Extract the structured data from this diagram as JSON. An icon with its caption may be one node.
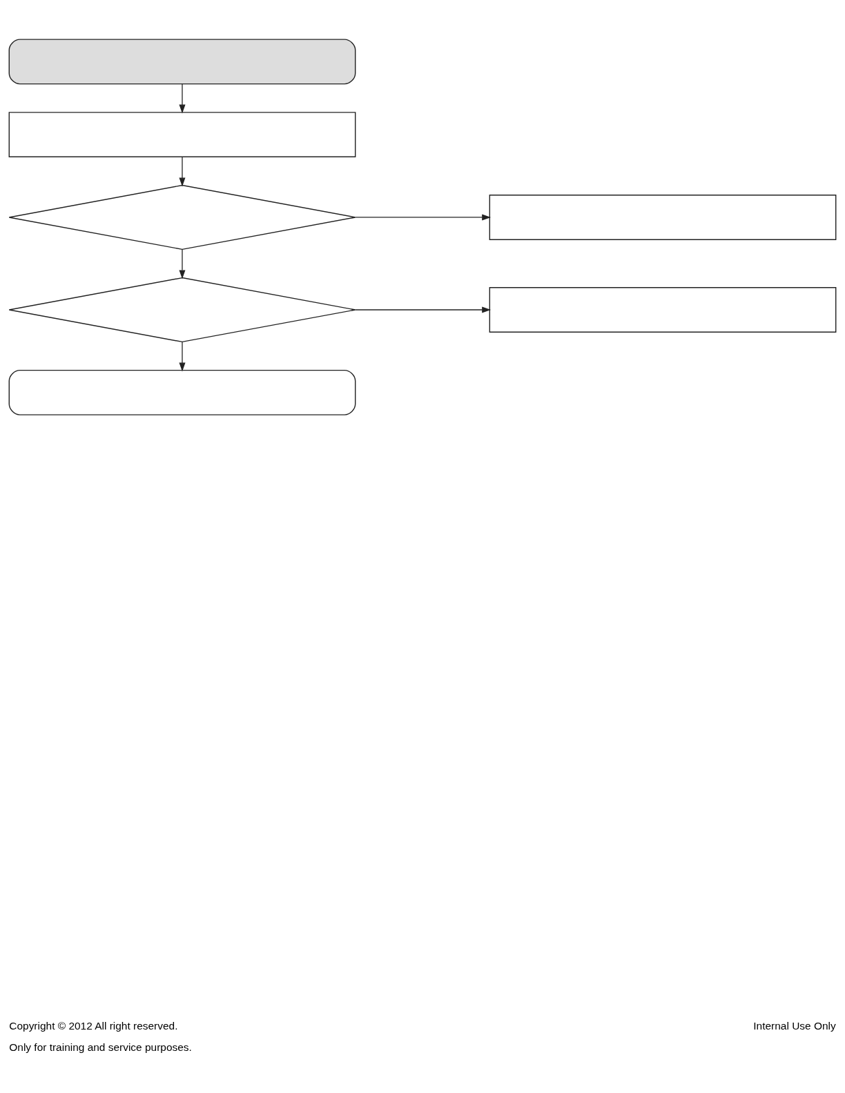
{
  "diagram": {
    "nodes": [
      {
        "text": [],
        "shape": "stadium"
      },
      {
        "text": [],
        "shape": "box"
      },
      {
        "text": [],
        "shape": "diamond"
      },
      {
        "text": [],
        "shape": "box"
      },
      {
        "text": [],
        "shape": "diamond"
      },
      {
        "text": [],
        "shape": "box"
      },
      {
        "text": [],
        "shape": "stadium"
      }
    ],
    "edges": [
      {
        "from": 0,
        "to": 1,
        "arrow": "to"
      },
      {
        "from": 1,
        "to": 2,
        "arrow": "to"
      },
      {
        "from": 2,
        "to": 3,
        "arrow": "to"
      },
      {
        "from": 2,
        "to": 4,
        "arrow": "to"
      },
      {
        "from": 4,
        "to": 5,
        "arrow": "to"
      },
      {
        "from": 4,
        "to": 6,
        "arrow": "to"
      }
    ],
    "labels": [
      "Copyright © 2012 All right reserved.",
      "Only for training and service purposes.",
      "Internal Use Only"
    ]
  }
}
